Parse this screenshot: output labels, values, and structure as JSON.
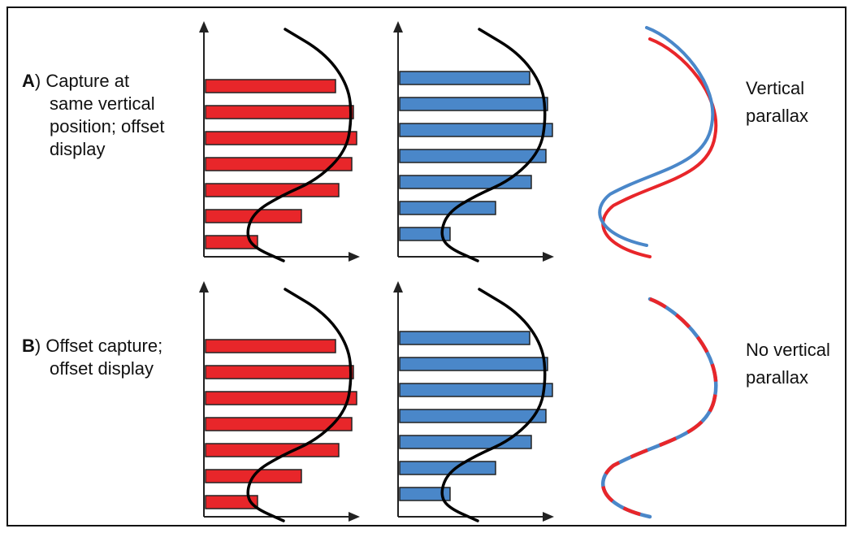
{
  "row_a": {
    "letter": "A",
    "lines": [
      "Capture at",
      "same vertical",
      "position; offset",
      "display"
    ],
    "result_lines": [
      "Vertical",
      "parallax"
    ]
  },
  "row_b": {
    "letter": "B",
    "lines": [
      "Offset capture;",
      "offset display"
    ],
    "result_lines": [
      "No vertical",
      "parallax"
    ]
  },
  "colors": {
    "left_eye": "#e8262a",
    "right_eye": "#4a87c9",
    "curve": "#000000",
    "frame": "#111111"
  },
  "icons": {
    "axis_arrow": "arrowhead"
  }
}
